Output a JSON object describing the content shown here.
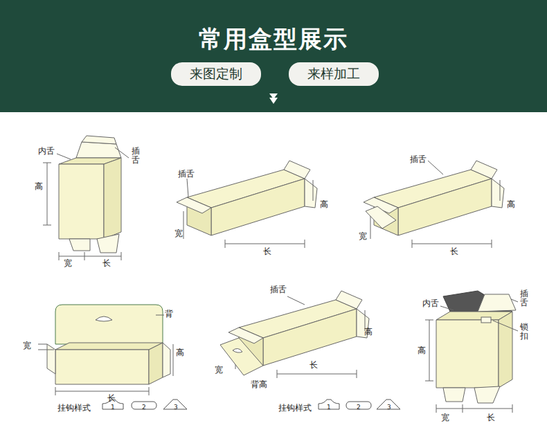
{
  "diagram": {
    "title": "常用盒型展示",
    "nodes": [
      {
        "text": [
          "来图定制"
        ]
      },
      {
        "text": [
          "来样加工"
        ]
      }
    ],
    "labels": [
      "内舌",
      "插舌",
      "高",
      "宽",
      "长",
      "插舌",
      "高",
      "宽",
      "长",
      "插舌",
      "高",
      "宽",
      "长",
      "背",
      "宽",
      "高",
      "长",
      "挂钩样式",
      "1",
      "2",
      "3",
      "插舌",
      "高",
      "宽",
      "背高",
      "长",
      "挂钩样式",
      "1",
      "2",
      "3",
      "内舌",
      "插舌",
      "锁扣",
      "高",
      "宽",
      "长"
    ]
  }
}
